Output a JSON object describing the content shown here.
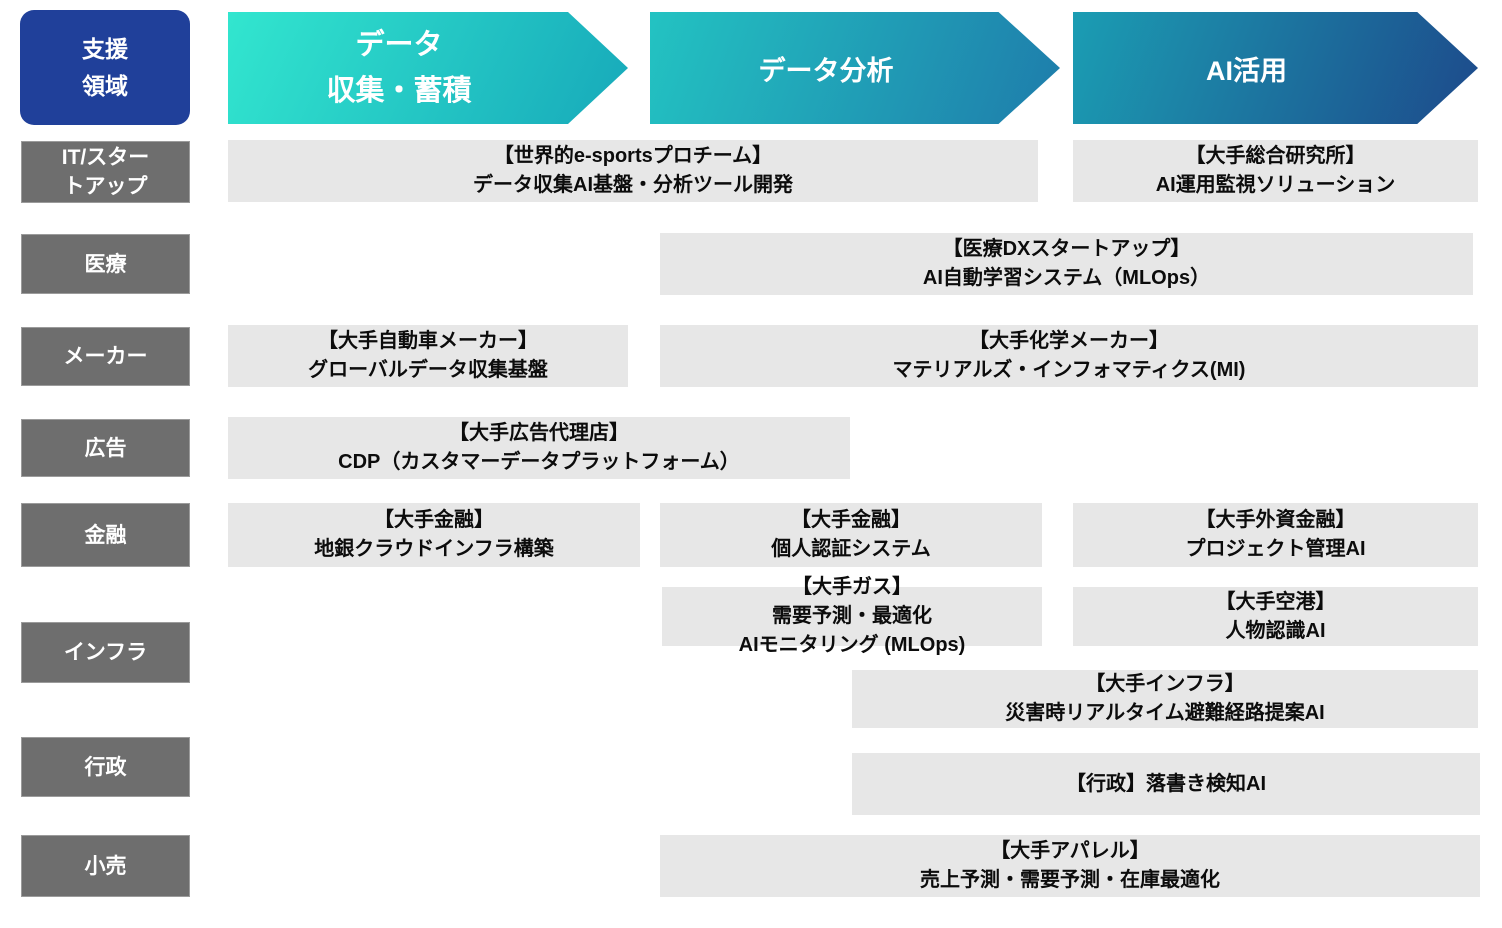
{
  "palette": {
    "bg": "#ffffff",
    "header_blue": "#20409a",
    "label_gray": "#6e6e6e",
    "cell_gray": "#e7e7e7",
    "arrow1_start": "#32e6cf",
    "arrow1_end": "#17a9ba",
    "arrow2_start": "#23c3c2",
    "arrow2_end": "#1e7cab",
    "arrow3_start": "#1b9db3",
    "arrow3_end": "#1d4a8b",
    "text_white": "#ffffff",
    "text_dark": "#0c0c0c"
  },
  "corner": {
    "line1": "支援",
    "line2": "領域"
  },
  "headers": [
    {
      "id": "data-collection",
      "line1": "データ",
      "line2": "収集・蓄積"
    },
    {
      "id": "data-analysis",
      "line1": "データ分析"
    },
    {
      "id": "ai-utilization",
      "line1": "AI活用"
    }
  ],
  "rows": [
    {
      "id": "it",
      "line1": "IT/スター",
      "line2": "トアップ"
    },
    {
      "id": "medical",
      "line1": "医療"
    },
    {
      "id": "maker",
      "line1": "メーカー"
    },
    {
      "id": "ad",
      "line1": "広告"
    },
    {
      "id": "finance",
      "line1": "金融"
    },
    {
      "id": "infra",
      "line1": "インフラ"
    },
    {
      "id": "gov",
      "line1": "行政"
    },
    {
      "id": "retail",
      "line1": "小売"
    }
  ],
  "cells": {
    "esports": {
      "client": "【世界的e-sportsプロチーム】",
      "project": "データ収集AI基盤・分析ツール開発"
    },
    "research": {
      "client": "【大手総合研究所】",
      "project": "AI運用監視ソリューション"
    },
    "medical": {
      "client": "【医療DXスタートアップ】",
      "project": "AI自動学習システム（MLOps）"
    },
    "auto": {
      "client": "【大手自動車メーカー】",
      "project": "グローバルデータ収集基盤"
    },
    "chemical": {
      "client": "【大手化学メーカー】",
      "project": "マテリアルズ・インフォマティクス(MI)"
    },
    "ad": {
      "client": "【大手広告代理店】",
      "project": "CDP（カスタマーデータプラットフォーム）"
    },
    "finance1": {
      "client": "【大手金融】",
      "project": "地銀クラウドインフラ構築"
    },
    "finance2": {
      "client": "【大手金融】",
      "project": "個人認証システム"
    },
    "finance3": {
      "client": "【大手外資金融】",
      "project": "プロジェクト管理AI"
    },
    "gas": {
      "client": "【大手ガス】",
      "project": "需要予測・最適化",
      "project2": "AIモニタリング (MLOps)"
    },
    "airport": {
      "client": "【大手空港】",
      "project": "人物認識AI"
    },
    "infra": {
      "client": "【大手インフラ】",
      "project": "災害時リアルタイム避難経路提案AI"
    },
    "gov": {
      "client": "【行政】落書き検知AI"
    },
    "retail": {
      "client": "【大手アパレル】",
      "project": "売上予測・需要予測・在庫最適化"
    }
  }
}
